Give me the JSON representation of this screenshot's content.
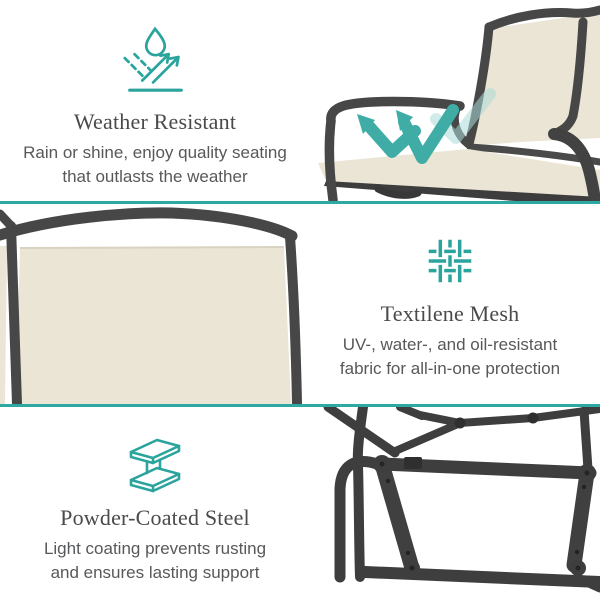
{
  "page": {
    "background": "#FFFFFF",
    "accent_teal": "#2BA49D",
    "divider_color": "#2BA9A2",
    "title_color": "#4A4A4A",
    "body_color": "#57585A"
  },
  "sections": {
    "weather": {
      "icon": "rain-bounce-icon",
      "title": "Weather Resistant",
      "body_lines": [
        "Rain or shine, enjoy quality seating",
        "that outlasts the weather"
      ]
    },
    "mesh": {
      "icon": "textilene-weave-icon",
      "title": "Textilene Mesh",
      "body_lines": [
        "UV-, water-, and oil-resistant",
        "fabric for all-in-one protection"
      ]
    },
    "steel": {
      "icon": "steel-ibeam-icon",
      "title": "Powder-Coated Steel",
      "body_lines": [
        "Light coating prevents rusting",
        "and ensures lasting support"
      ]
    }
  },
  "photos": {
    "bench": {
      "name": "glider-bench-with-bounce-arrows-photo",
      "frame_color": "#474747",
      "fabric_color": "#EAE5D4",
      "arrow_color": "#3FADA6",
      "arrow_trail_color": "#A9DBD7"
    },
    "backrest": {
      "name": "seat-back-closeup-photo",
      "frame_color": "#474747",
      "fabric_color": "#EAE5D4"
    },
    "frame": {
      "name": "steel-frame-closeup-photo",
      "tube_color": "#3E3E3E"
    }
  }
}
